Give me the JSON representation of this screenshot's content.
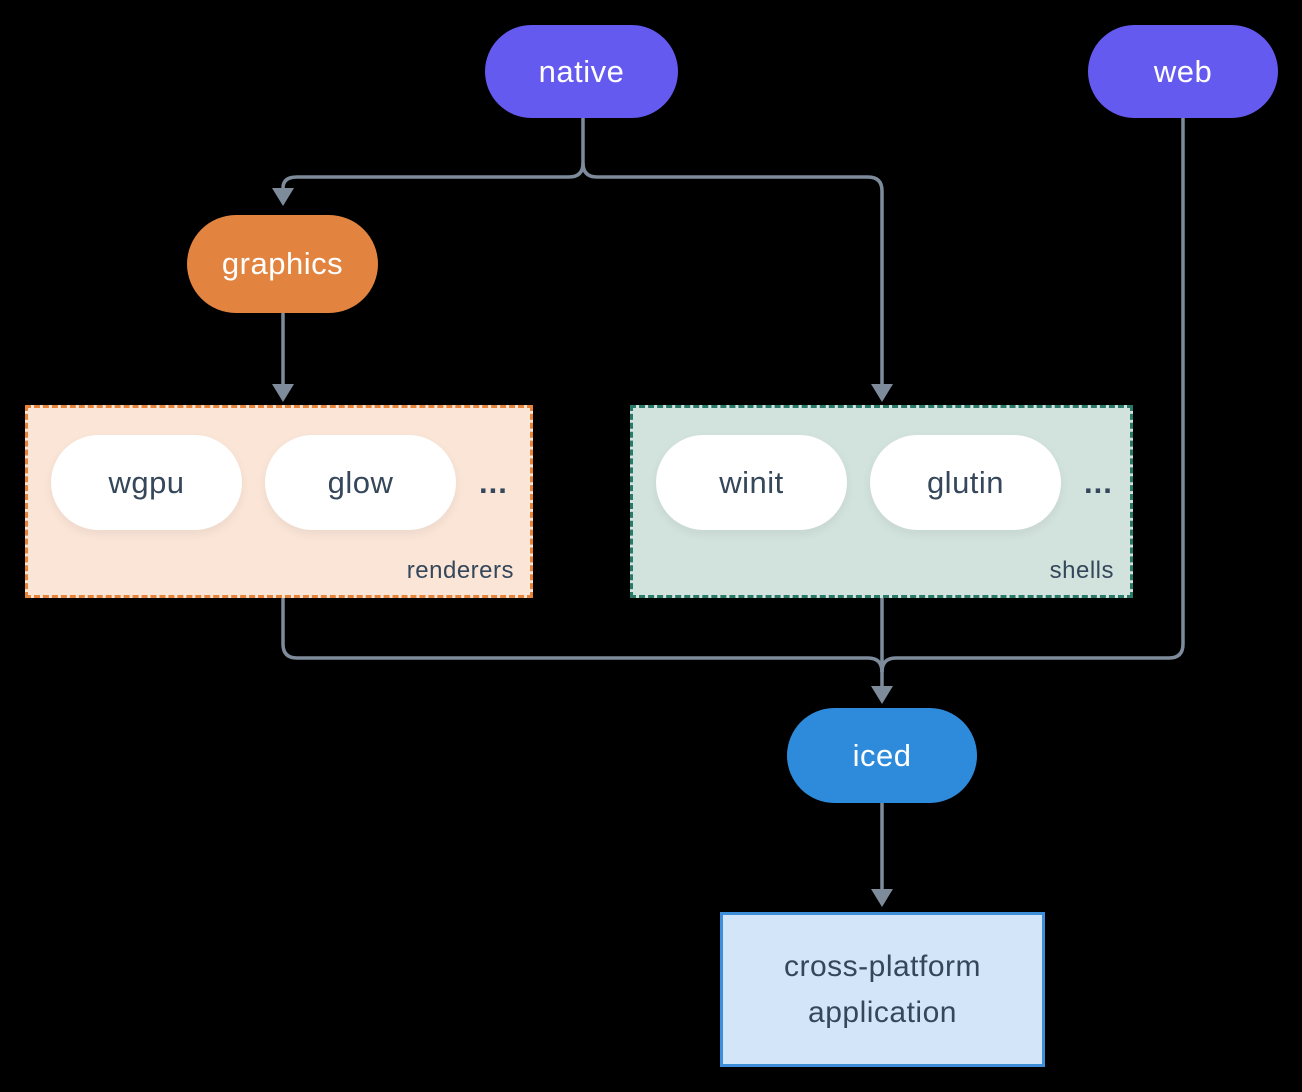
{
  "diagram": {
    "nodes": {
      "native": {
        "label": "native"
      },
      "web": {
        "label": "web"
      },
      "graphics": {
        "label": "graphics"
      },
      "iced": {
        "label": "iced"
      },
      "application": {
        "label": "cross-platform application"
      }
    },
    "groups": {
      "renderers": {
        "label": "renderers",
        "items": [
          "wgpu",
          "glow"
        ],
        "ellipsis": "..."
      },
      "shells": {
        "label": "shells",
        "items": [
          "winit",
          "glutin"
        ],
        "ellipsis": "..."
      }
    }
  },
  "colors": {
    "purple": "#645af0",
    "orange": "#e2843f",
    "blue": "#2e8bdc",
    "renderers-bg": "#fae5d7",
    "renderers-border": "#e8833a",
    "shells-bg": "#d2e2dc",
    "shells-border": "#2a7a6a",
    "app-bg": "#d3e5f8",
    "app-border": "#3d8fd9",
    "arrow": "#7d8b9b",
    "dark-text": "#35475a",
    "pill-text": "#ffffff"
  }
}
